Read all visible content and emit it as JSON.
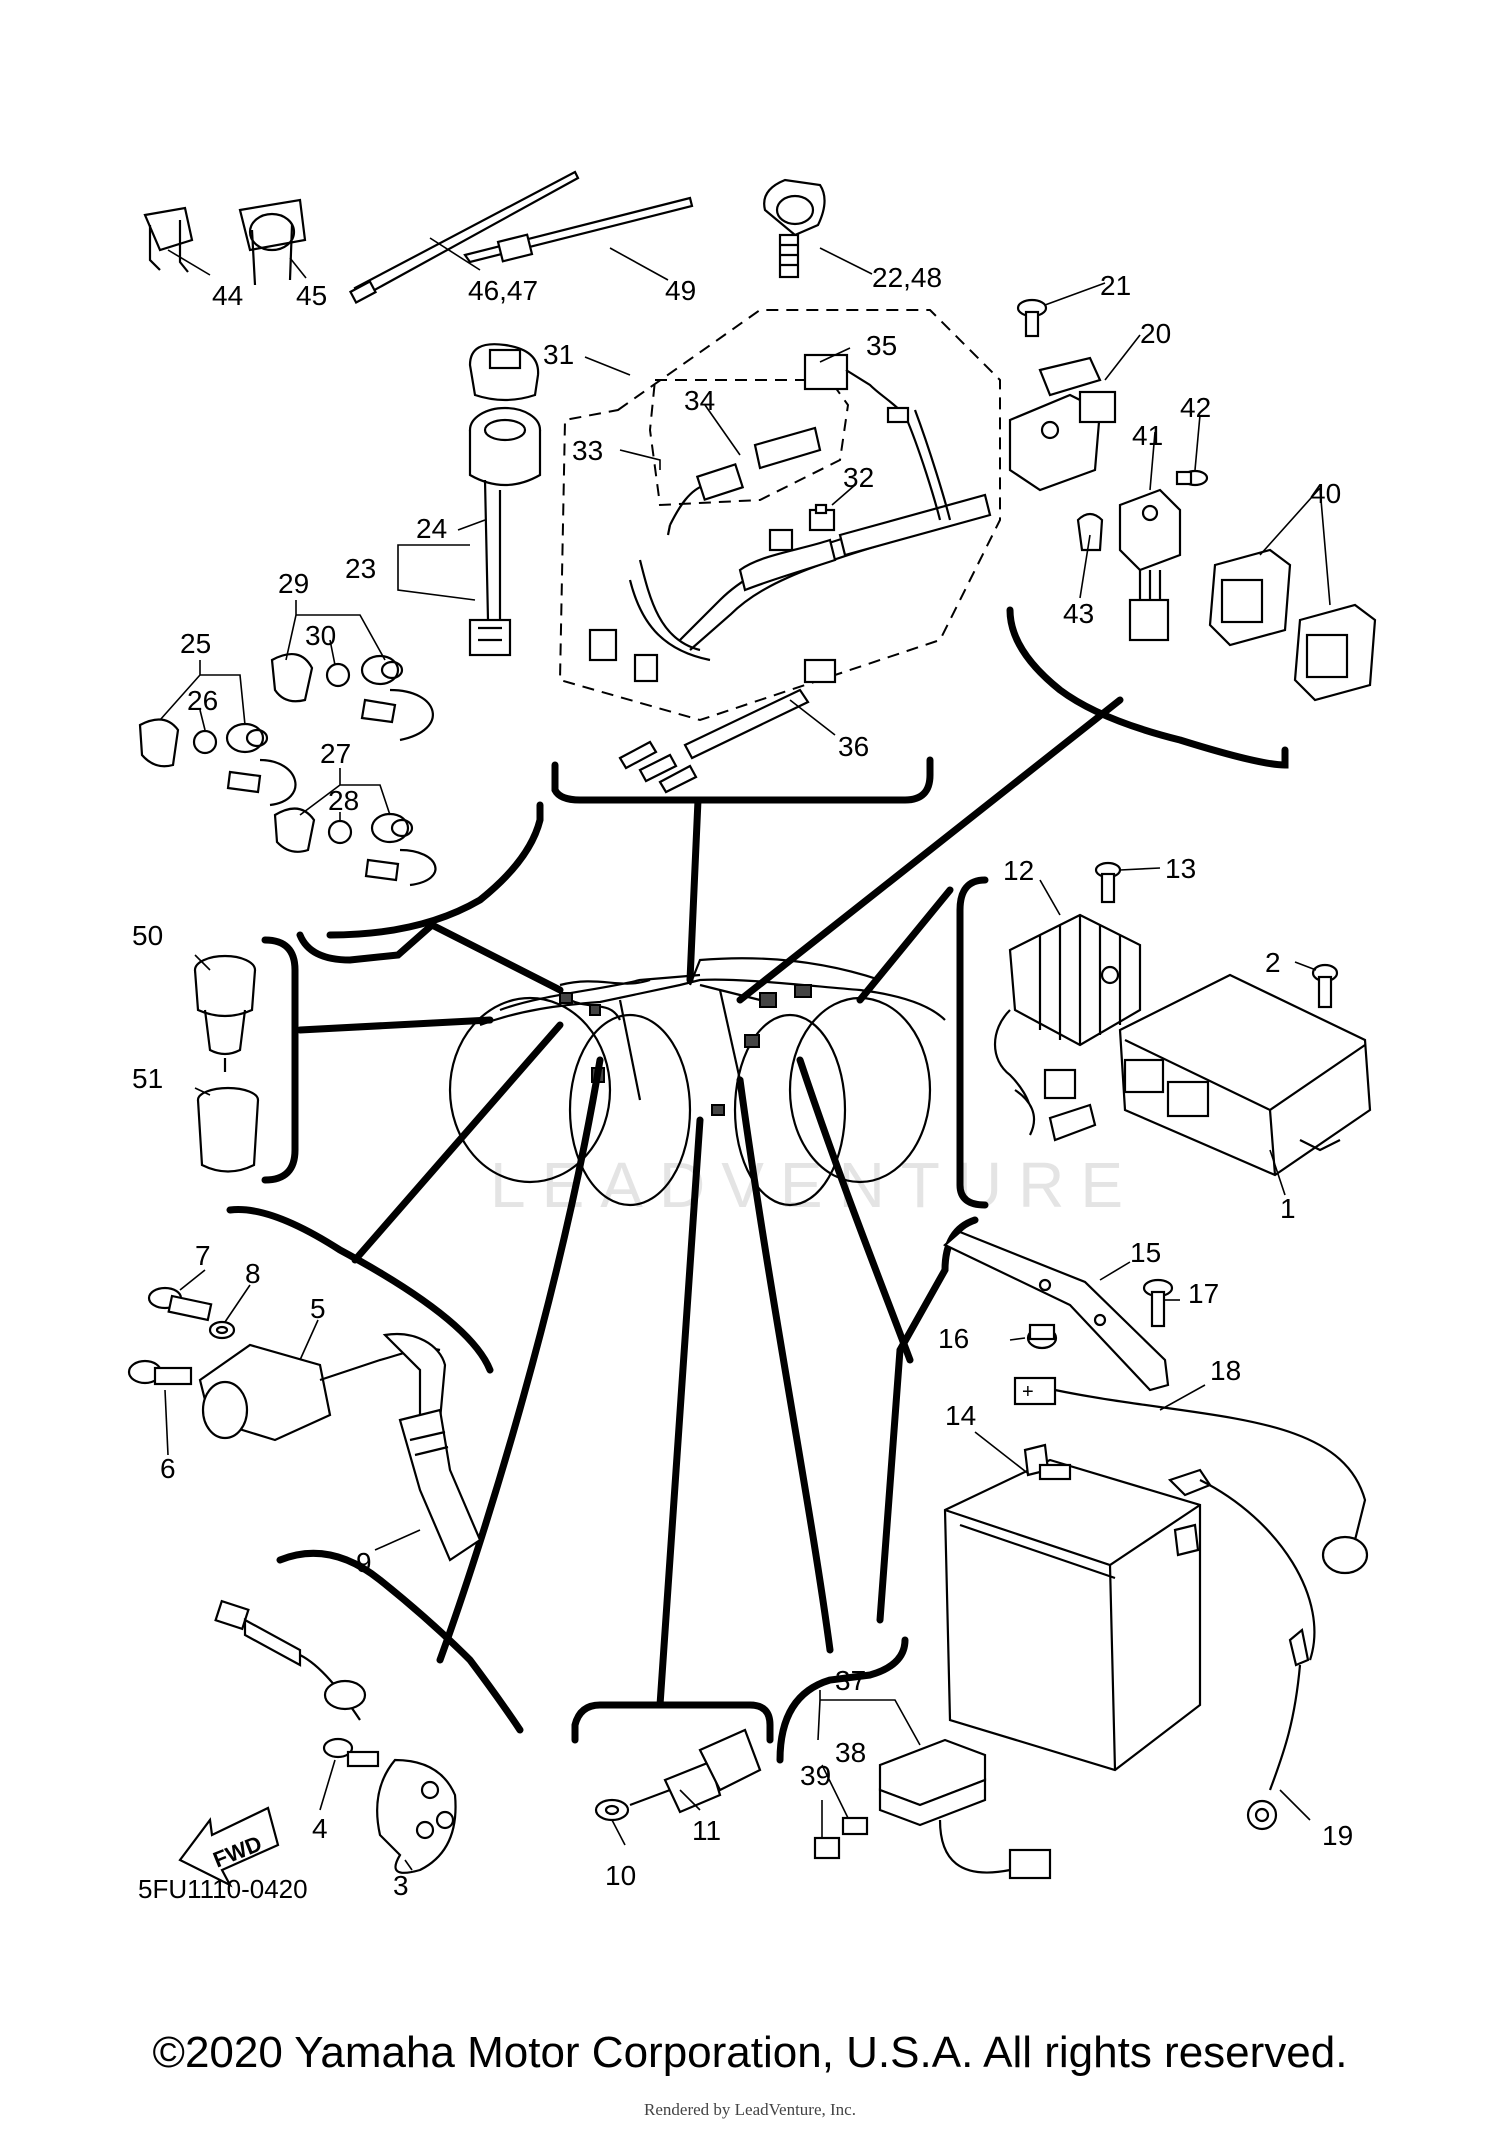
{
  "callouts": {
    "c1": "1",
    "c2": "2",
    "c3": "3",
    "c4": "4",
    "c5": "5",
    "c6": "6",
    "c7": "7",
    "c8": "8",
    "c9": "9",
    "c10": "10",
    "c11": "11",
    "c12": "12",
    "c13": "13",
    "c14": "14",
    "c15": "15",
    "c16": "16",
    "c17": "17",
    "c18": "18",
    "c19": "19",
    "c20": "20",
    "c21": "21",
    "c22_48": "22,48",
    "c23": "23",
    "c24": "24",
    "c25": "25",
    "c26": "26",
    "c27": "27",
    "c28": "28",
    "c29": "29",
    "c30": "30",
    "c31": "31",
    "c32": "32",
    "c33": "33",
    "c34": "34",
    "c35": "35",
    "c36": "36",
    "c37": "37",
    "c38": "38",
    "c39": "39",
    "c40": "40",
    "c41": "41",
    "c42": "42",
    "c43": "43",
    "c44": "44",
    "c45": "45",
    "c46_47": "46,47",
    "c49": "49",
    "c50": "50",
    "c51": "51"
  },
  "fwd_label": "FWD",
  "diagram_code": "5FU1110-0420",
  "watermark": "LEADVENTURE",
  "copyright": "©2020 Yamaha Motor Corporation, U.S.A. All rights reserved.",
  "rendered_by": "Rendered by LeadVenture, Inc."
}
